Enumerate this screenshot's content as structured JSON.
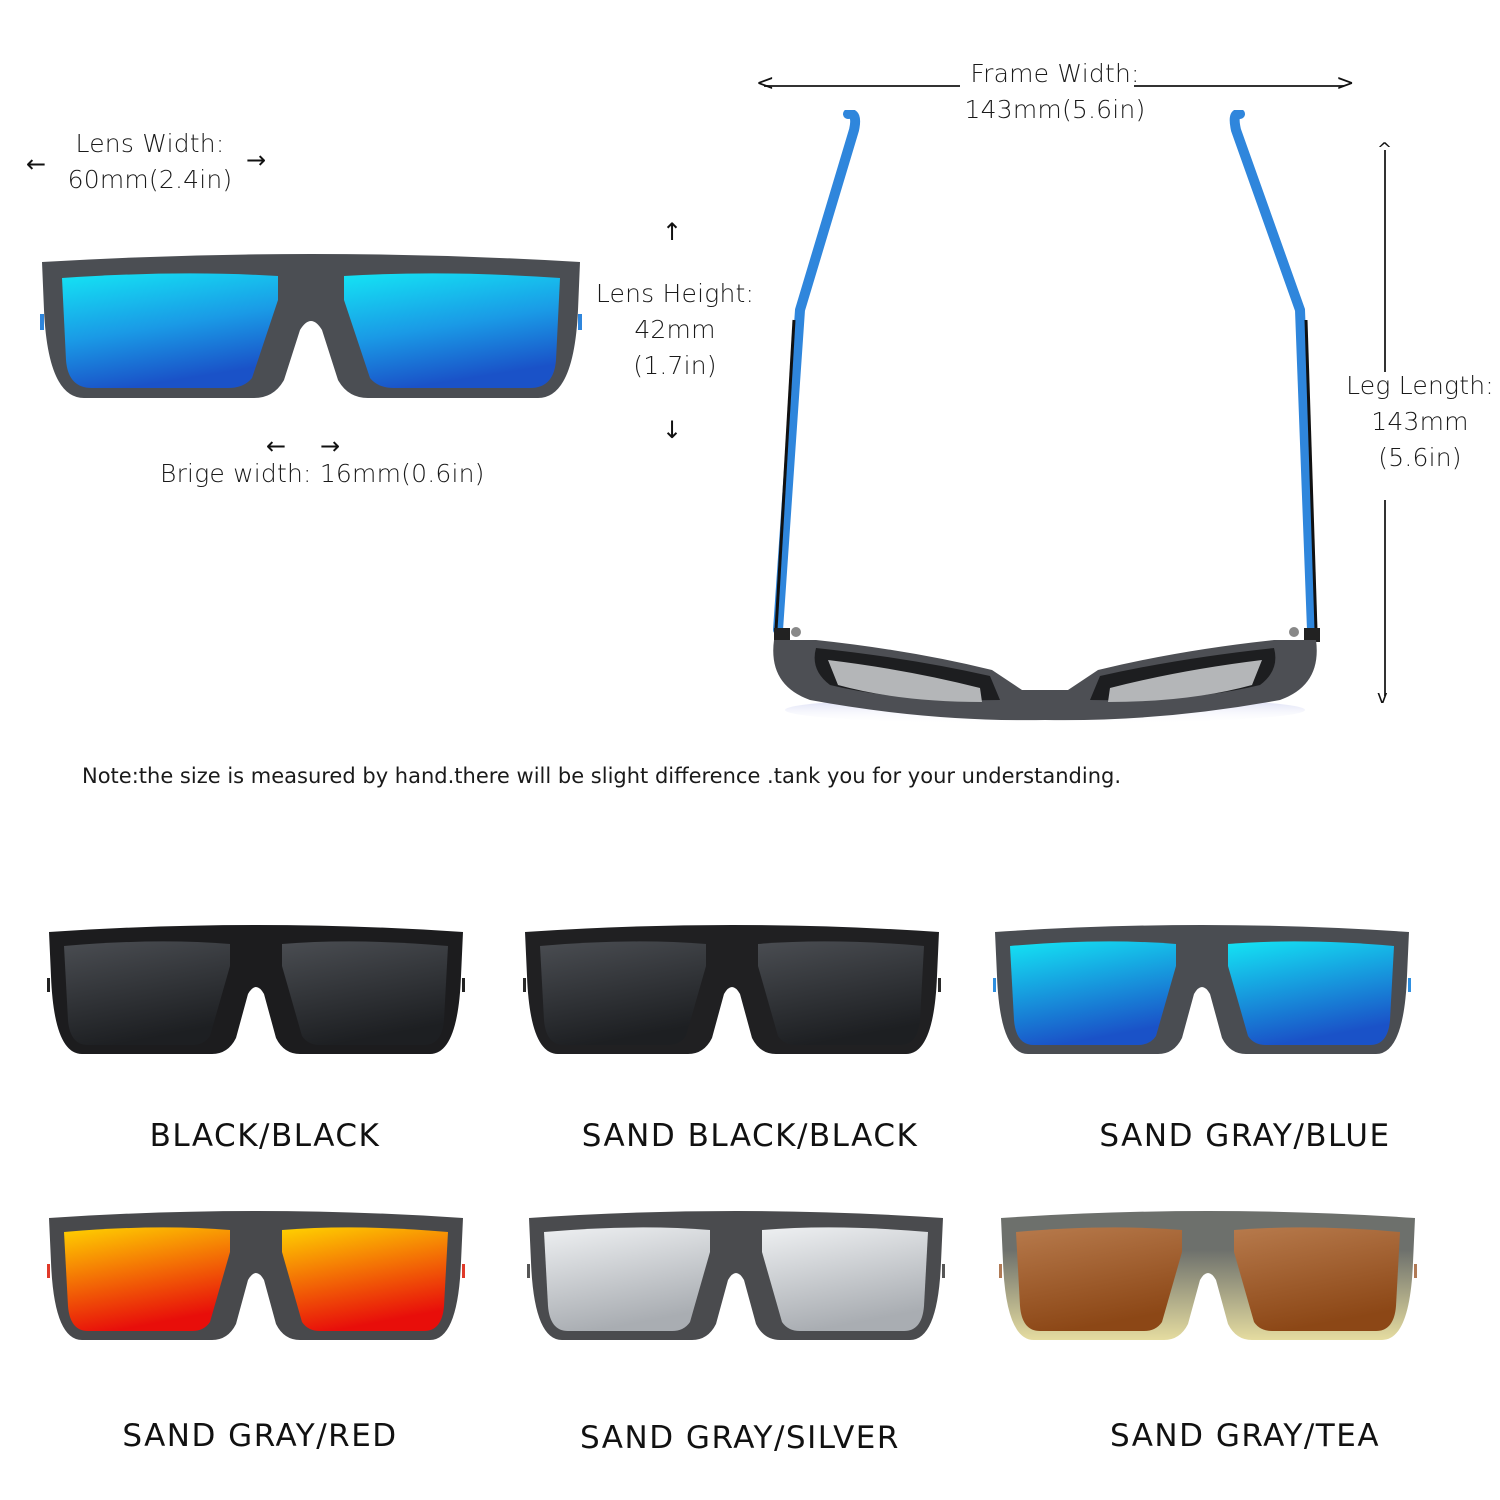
{
  "dimensions": {
    "lens_width": {
      "label": "Lens Width:",
      "value": "60mm(2.4in)"
    },
    "lens_height": {
      "label": "Lens Height:",
      "value_mm": "42mm",
      "value_in": "(1.7in)"
    },
    "bridge_width": {
      "label": "Brige width:",
      "value": "16mm(0.6in)"
    },
    "frame_width": {
      "label": "Frame Width:",
      "value": "143mm(5.6in)"
    },
    "leg_length": {
      "label": "Leg Length:",
      "value_mm": "143mm",
      "value_in": "(5.6in)"
    }
  },
  "arrows": {
    "left": "←",
    "right": "→",
    "up": "↑",
    "down": "↓"
  },
  "note": "Note:the size is measured by hand.there will be slight difference .tank you for your understanding.",
  "variants": [
    {
      "name": "BLACK/BLACK",
      "frame": "#1c1c1e",
      "lens_top": "#4a4d52",
      "lens_bottom": "#1d1f22",
      "accent": "#222222"
    },
    {
      "name": "SAND BLACK/BLACK",
      "frame": "#202022",
      "lens_top": "#4a4d52",
      "lens_bottom": "#1d1f22",
      "accent": "#2a2a2a"
    },
    {
      "name": "SAND GRAY/BLUE",
      "frame": "#4a4d52",
      "lens_top": "#14e4f4",
      "lens_bottom": "#1a52c8",
      "accent": "#2f8fe0"
    },
    {
      "name": "SAND GRAY/RED",
      "frame": "#48494c",
      "lens_top": "#ffd200",
      "lens_bottom": "#e80e0a",
      "accent": "#e03a2a"
    },
    {
      "name": "SAND GRAY/SILVER",
      "frame": "#4a4b4e",
      "lens_top": "#eef0f2",
      "lens_bottom": "#a9adb2",
      "accent": "#555555"
    },
    {
      "name": "SAND GRAY/TEA",
      "frame": "#6d706c",
      "lens_top": "#b77a4c",
      "lens_bottom": "#8c4716",
      "accent": "#b07a55",
      "frame_bottom": "#e5dca0"
    }
  ],
  "hero": {
    "frame": "#4b4e53",
    "lens_top": "#14e4f4",
    "lens_bottom": "#1a52c8",
    "temple": "#2f86dc"
  }
}
